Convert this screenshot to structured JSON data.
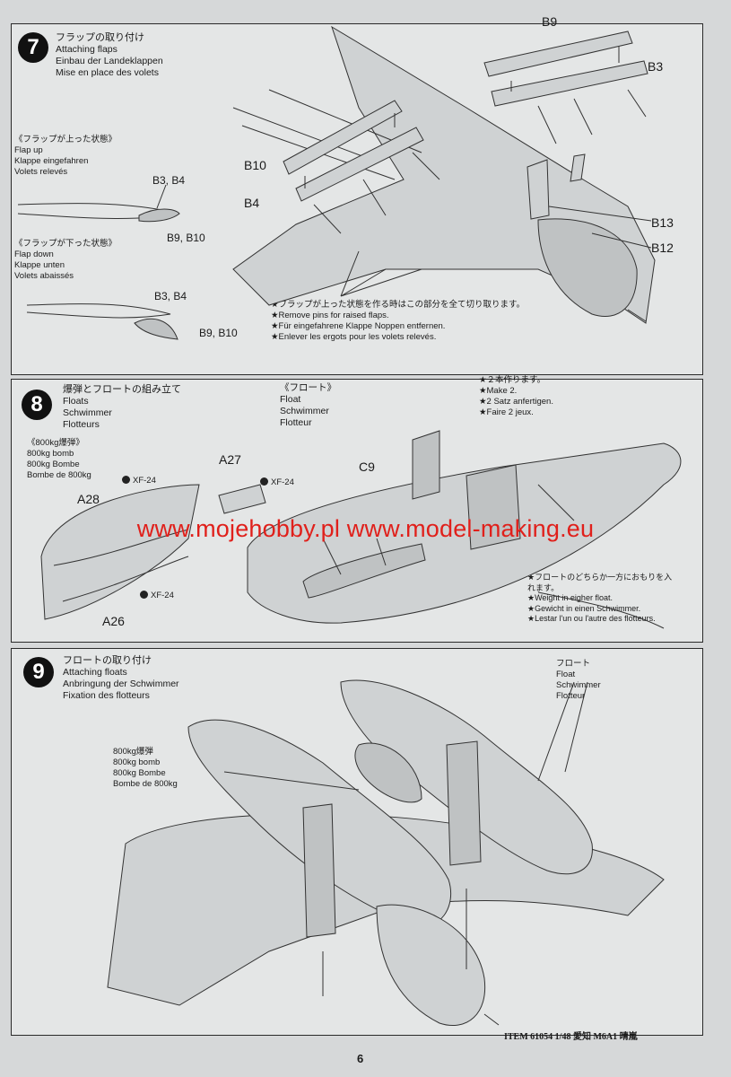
{
  "step7": {
    "number": "7",
    "title_jp": "フラップの取り付け",
    "title_en": "Attaching flaps",
    "title_de": "Einbau der Landeklappen",
    "title_fr": "Mise en place des volets",
    "flap_up_jp": "《フラップが上った状態》",
    "flap_up_en": "Flap up",
    "flap_up_de": "Klappe eingefahren",
    "flap_up_fr": "Volets relevés",
    "flap_down_jp": "《フラップが下った状態》",
    "flap_down_en": "Flap down",
    "flap_down_de": "Klappe unten",
    "flap_down_fr": "Volets abaissés",
    "part_b3b4_a": "B3, B4",
    "part_b9b10_a": "B9, B10",
    "part_b3b4_b": "B3, B4",
    "part_b9b10_b": "B9, B10",
    "part_b9": "B9",
    "part_b3": "B3",
    "part_b10": "B10",
    "part_b4": "B4",
    "part_b13": "B13",
    "part_b12": "B12",
    "note_jp": "★フラップが上った状態を作る時はこの部分を全て切り取ります。",
    "note_en": "★Remove pins for raised flaps.",
    "note_de": "★Für eingefahrene Klappe Noppen entfernen.",
    "note_fr": "★Enlever les ergots pour les volets relevés."
  },
  "step8": {
    "number": "8",
    "title_jp": "爆弾とフロートの組み立て",
    "title_en": "Floats",
    "title_de": "Schwimmer",
    "title_fr": "Flotteurs",
    "bomb_jp": "《800kg爆弾》",
    "bomb_en": "800kg bomb",
    "bomb_de": "800kg Bombe",
    "bomb_fr": "Bombe de 800kg",
    "float_jp": "《フロート》",
    "float_en": "Float",
    "float_de": "Schwimmer",
    "float_fr": "Flotteur",
    "make2_jp": "★２本作ります。",
    "make2_en": "★Make 2.",
    "make2_de": "★2 Satz anfertigen.",
    "make2_fr": "★Faire 2 jeux.",
    "part_a27": "A27",
    "part_a28": "A28",
    "part_a26": "A26",
    "part_c9": "C9",
    "paint1": "XF-24",
    "paint2": "XF-24",
    "paint3": "XF-24",
    "weight_jp": "★フロートのどちらか一方におもりを入れます。",
    "weight_en": "★Weight in eigher float.",
    "weight_de": "★Gewicht in einen Schwimmer.",
    "weight_fr": "★Lestar l'un ou l'autre des flotteurs."
  },
  "step9": {
    "number": "9",
    "title_jp": "フロートの取り付け",
    "title_en": "Attaching floats",
    "title_de": "Anbringung der Schwimmer",
    "title_fr": "Fixation des flotteurs",
    "bomb_jp": "800kg爆弾",
    "bomb_en": "800kg bomb",
    "bomb_de": "800kg Bombe",
    "bomb_fr": "Bombe de 800kg",
    "float_jp": "フロート",
    "float_en": "Float",
    "float_de": "Schwimmer",
    "float_fr": "Flotteur"
  },
  "watermark": "www.mojehobby.pl www.model-making.eu",
  "footer": "ITEM 61054   1/48 愛知 M6A1 晴嵐",
  "page_number": "6"
}
